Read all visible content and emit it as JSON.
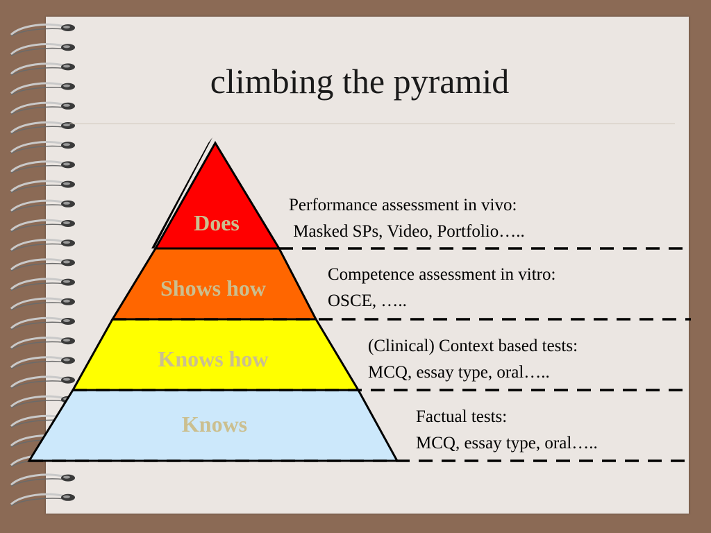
{
  "slide": {
    "title": "climbing the pyramid"
  },
  "pyramid": {
    "tiers": [
      {
        "label": "Does",
        "color": "#ff0000",
        "desc_line1": "Performance assessment in vivo:",
        "desc_line2": " Masked SPs, Video, Portfolio….."
      },
      {
        "label": "Shows how",
        "color": "#ff6600",
        "desc_line1": "Competence assessment in vitro:",
        "desc_line2": "OSCE, ….."
      },
      {
        "label": "Knows how",
        "color": "#ffff00",
        "desc_line1": "(Clinical) Context based tests:",
        "desc_line2": "MCQ, essay type, oral….."
      },
      {
        "label": "Knows",
        "color": "#cce8fb",
        "desc_line1": "Factual tests:",
        "desc_line2": "MCQ, essay type, oral….."
      }
    ],
    "label_color": "#cbbf8f"
  }
}
